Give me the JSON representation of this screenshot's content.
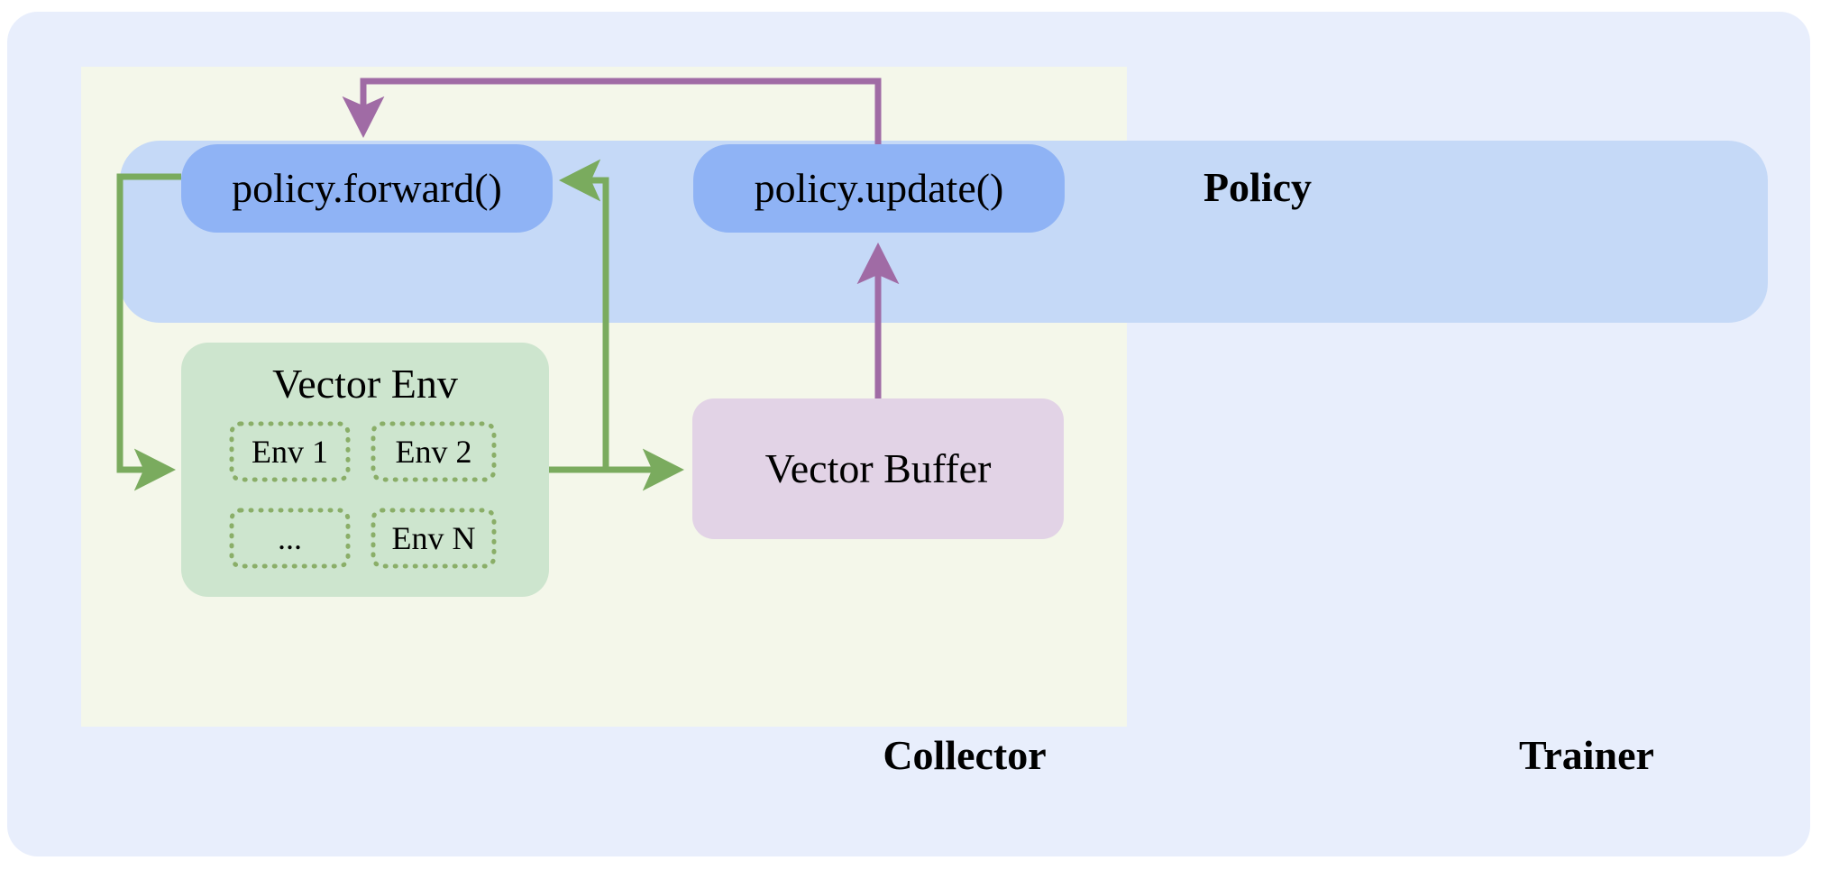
{
  "diagram": {
    "title_not_rendered": "",
    "colors": {
      "trainer_bg": "#e8eefc",
      "collector_bg": "#f4f7ea",
      "policy_panel_bg": "#c5d9f7",
      "policy_node_bg": "#8fb3f5",
      "vector_env_bg": "#cde5ce",
      "env_border": "#8aae68",
      "vector_buffer_bg": "#e2d3e6",
      "arrow_green": "#7aab5e",
      "arrow_purple": "#a06ba5",
      "text": "#000000"
    },
    "containers": {
      "trainer": {
        "label": "Trainer"
      },
      "collector": {
        "label": "Collector"
      },
      "policy": {
        "label": "Policy"
      }
    },
    "nodes": {
      "policy_forward": {
        "label": "policy.forward()"
      },
      "policy_update": {
        "label": "policy.update()"
      },
      "vector_env": {
        "label": "Vector Env"
      },
      "vector_buffer": {
        "label": "Vector Buffer"
      }
    },
    "envs": [
      {
        "label": "Env 1"
      },
      {
        "label": "Env 2"
      },
      {
        "label": "..."
      },
      {
        "label": "Env N"
      }
    ],
    "edges": [
      {
        "name": "forward-to-env",
        "from": "policy.forward()",
        "to": "Vector Env",
        "color": "green"
      },
      {
        "name": "env-to-forward",
        "from": "Vector Env",
        "to": "policy.forward()",
        "color": "green"
      },
      {
        "name": "env-to-buffer",
        "from": "Vector Env",
        "to": "Vector Buffer",
        "color": "green"
      },
      {
        "name": "buffer-to-update",
        "from": "Vector Buffer",
        "to": "policy.update()",
        "color": "purple"
      },
      {
        "name": "update-to-forward",
        "from": "policy.update()",
        "to": "policy.forward()",
        "color": "purple"
      }
    ]
  }
}
